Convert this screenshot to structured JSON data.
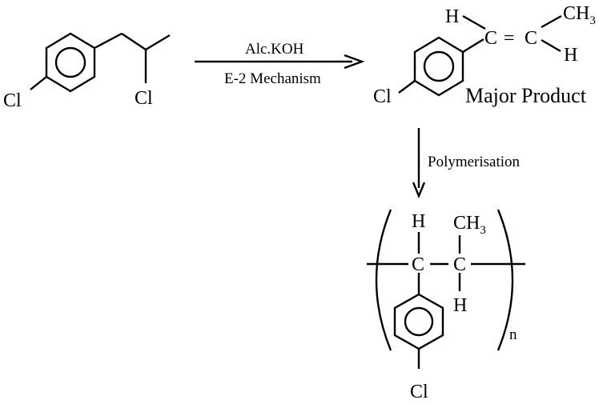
{
  "reactant": {
    "ring_substituent": "Cl",
    "side_chain_substituent": "Cl"
  },
  "step1": {
    "reagent": "Alc.KOH",
    "condition": "E-2 Mechanism"
  },
  "product": {
    "ring_substituent": "Cl",
    "alkene_left_carbon": "C",
    "double_bond": "=",
    "alkene_right_carbon": "C",
    "h_top": "H",
    "h_bottom": "H",
    "methyl_main": "CH",
    "methyl_sub": "3",
    "caption": "Major Product"
  },
  "step2": {
    "label": "Polymerisation"
  },
  "polymer": {
    "carbon_left": "C",
    "carbon_right": "C",
    "h_top": "H",
    "h_bottom": "H",
    "methyl_main": "CH",
    "methyl_sub": "3",
    "ring_substituent": "Cl",
    "repeat_subscript": "n"
  }
}
